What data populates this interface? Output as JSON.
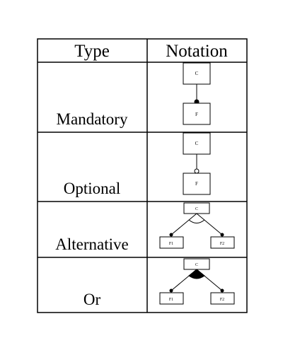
{
  "table": {
    "headers": {
      "type": "Type",
      "notation": "Notation"
    },
    "rows": [
      {
        "type": "Mandatory",
        "parent": "C",
        "children": [
          "F"
        ],
        "connector": "filled-circle"
      },
      {
        "type": "Optional",
        "parent": "C",
        "children": [
          "F"
        ],
        "connector": "hollow-circle"
      },
      {
        "type": "Alternative",
        "parent": "C",
        "children": [
          "F1",
          "F2"
        ],
        "connector": "hollow-arc"
      },
      {
        "type": "Or",
        "parent": "C",
        "children": [
          "F1",
          "F2"
        ],
        "connector": "filled-arc"
      }
    ]
  }
}
